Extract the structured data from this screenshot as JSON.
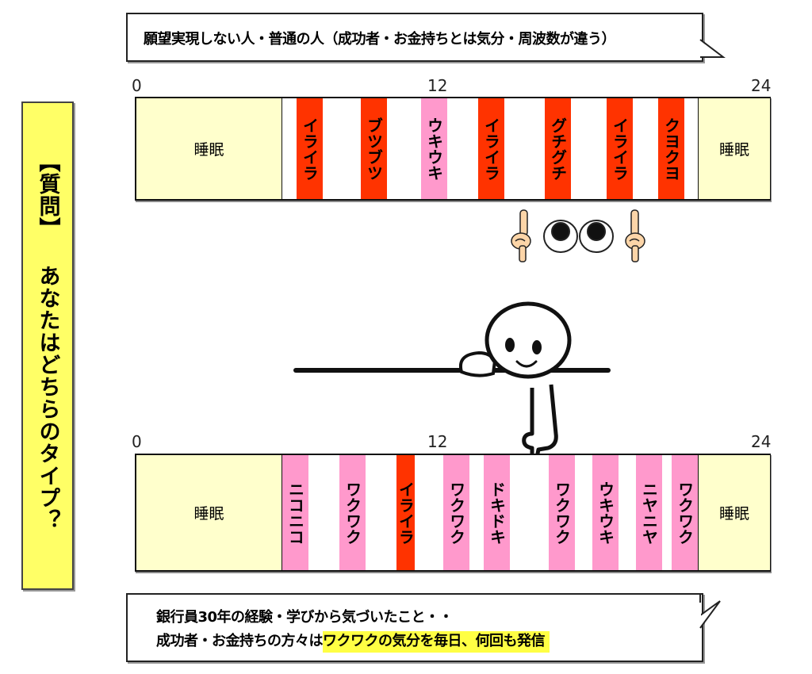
{
  "top_bubble": {
    "text": "願望実現しない人・普通の人（成功者・お金持ちとは気分・周波数が違う）"
  },
  "question_panel": {
    "text": "【質問】 あなたはどちらのタイプ？"
  },
  "top_chart": {
    "axis": {
      "start": "0",
      "mid": "12",
      "end": "24"
    },
    "sleep_left": "睡眠",
    "sleep_right": "睡眠",
    "segments": [
      {
        "label": "イライラ",
        "color": "#ff3300"
      },
      {
        "label": "ブツブツ",
        "color": "#ff3300"
      },
      {
        "label": "ウキウキ",
        "color": "#ff99cc"
      },
      {
        "label": "イライラ",
        "color": "#ff3300"
      },
      {
        "label": "グチグチ",
        "color": "#ff3300"
      },
      {
        "label": "イライラ",
        "color": "#ff3300"
      },
      {
        "label": "クヨクヨ",
        "color": "#ff3300"
      }
    ]
  },
  "bottom_chart": {
    "axis": {
      "start": "0",
      "mid": "12",
      "end": "24"
    },
    "sleep_left": "睡眠",
    "sleep_right": "睡眠",
    "segments": [
      {
        "label": "ニコニコ",
        "color": "#ff99cc"
      },
      {
        "label": "ワクワク",
        "color": "#ff99cc"
      },
      {
        "label": "イライラ",
        "color": "#ff3300"
      },
      {
        "label": "ワクワク",
        "color": "#ff99cc"
      },
      {
        "label": "ドキドキ",
        "color": "#ff99cc"
      },
      {
        "label": "ワクワク",
        "color": "#ff99cc"
      },
      {
        "label": "ウキウキ",
        "color": "#ff99cc"
      },
      {
        "label": "ニヤニヤ",
        "color": "#ff99cc"
      },
      {
        "label": "ワクワク",
        "color": "#ff99cc"
      }
    ]
  },
  "bottom_bubble": {
    "line1": "銀行員30年の経験・学びから気づいたこと・・",
    "line2_plain": "成功者・お金持ちの方々は",
    "line2_highlight": "ワクワクの気分を毎日、何回も発信"
  },
  "illustrations": {
    "eyes": "looking-up-eyes-with-pointing-hands",
    "character": "stick-figure-leaning-on-line-pointing-down"
  },
  "colors": {
    "negative": "#ff3300",
    "positive": "#ff99cc",
    "sleep": "#ffffcc",
    "question_bg": "#ffff66",
    "highlight": "#ffff44"
  }
}
